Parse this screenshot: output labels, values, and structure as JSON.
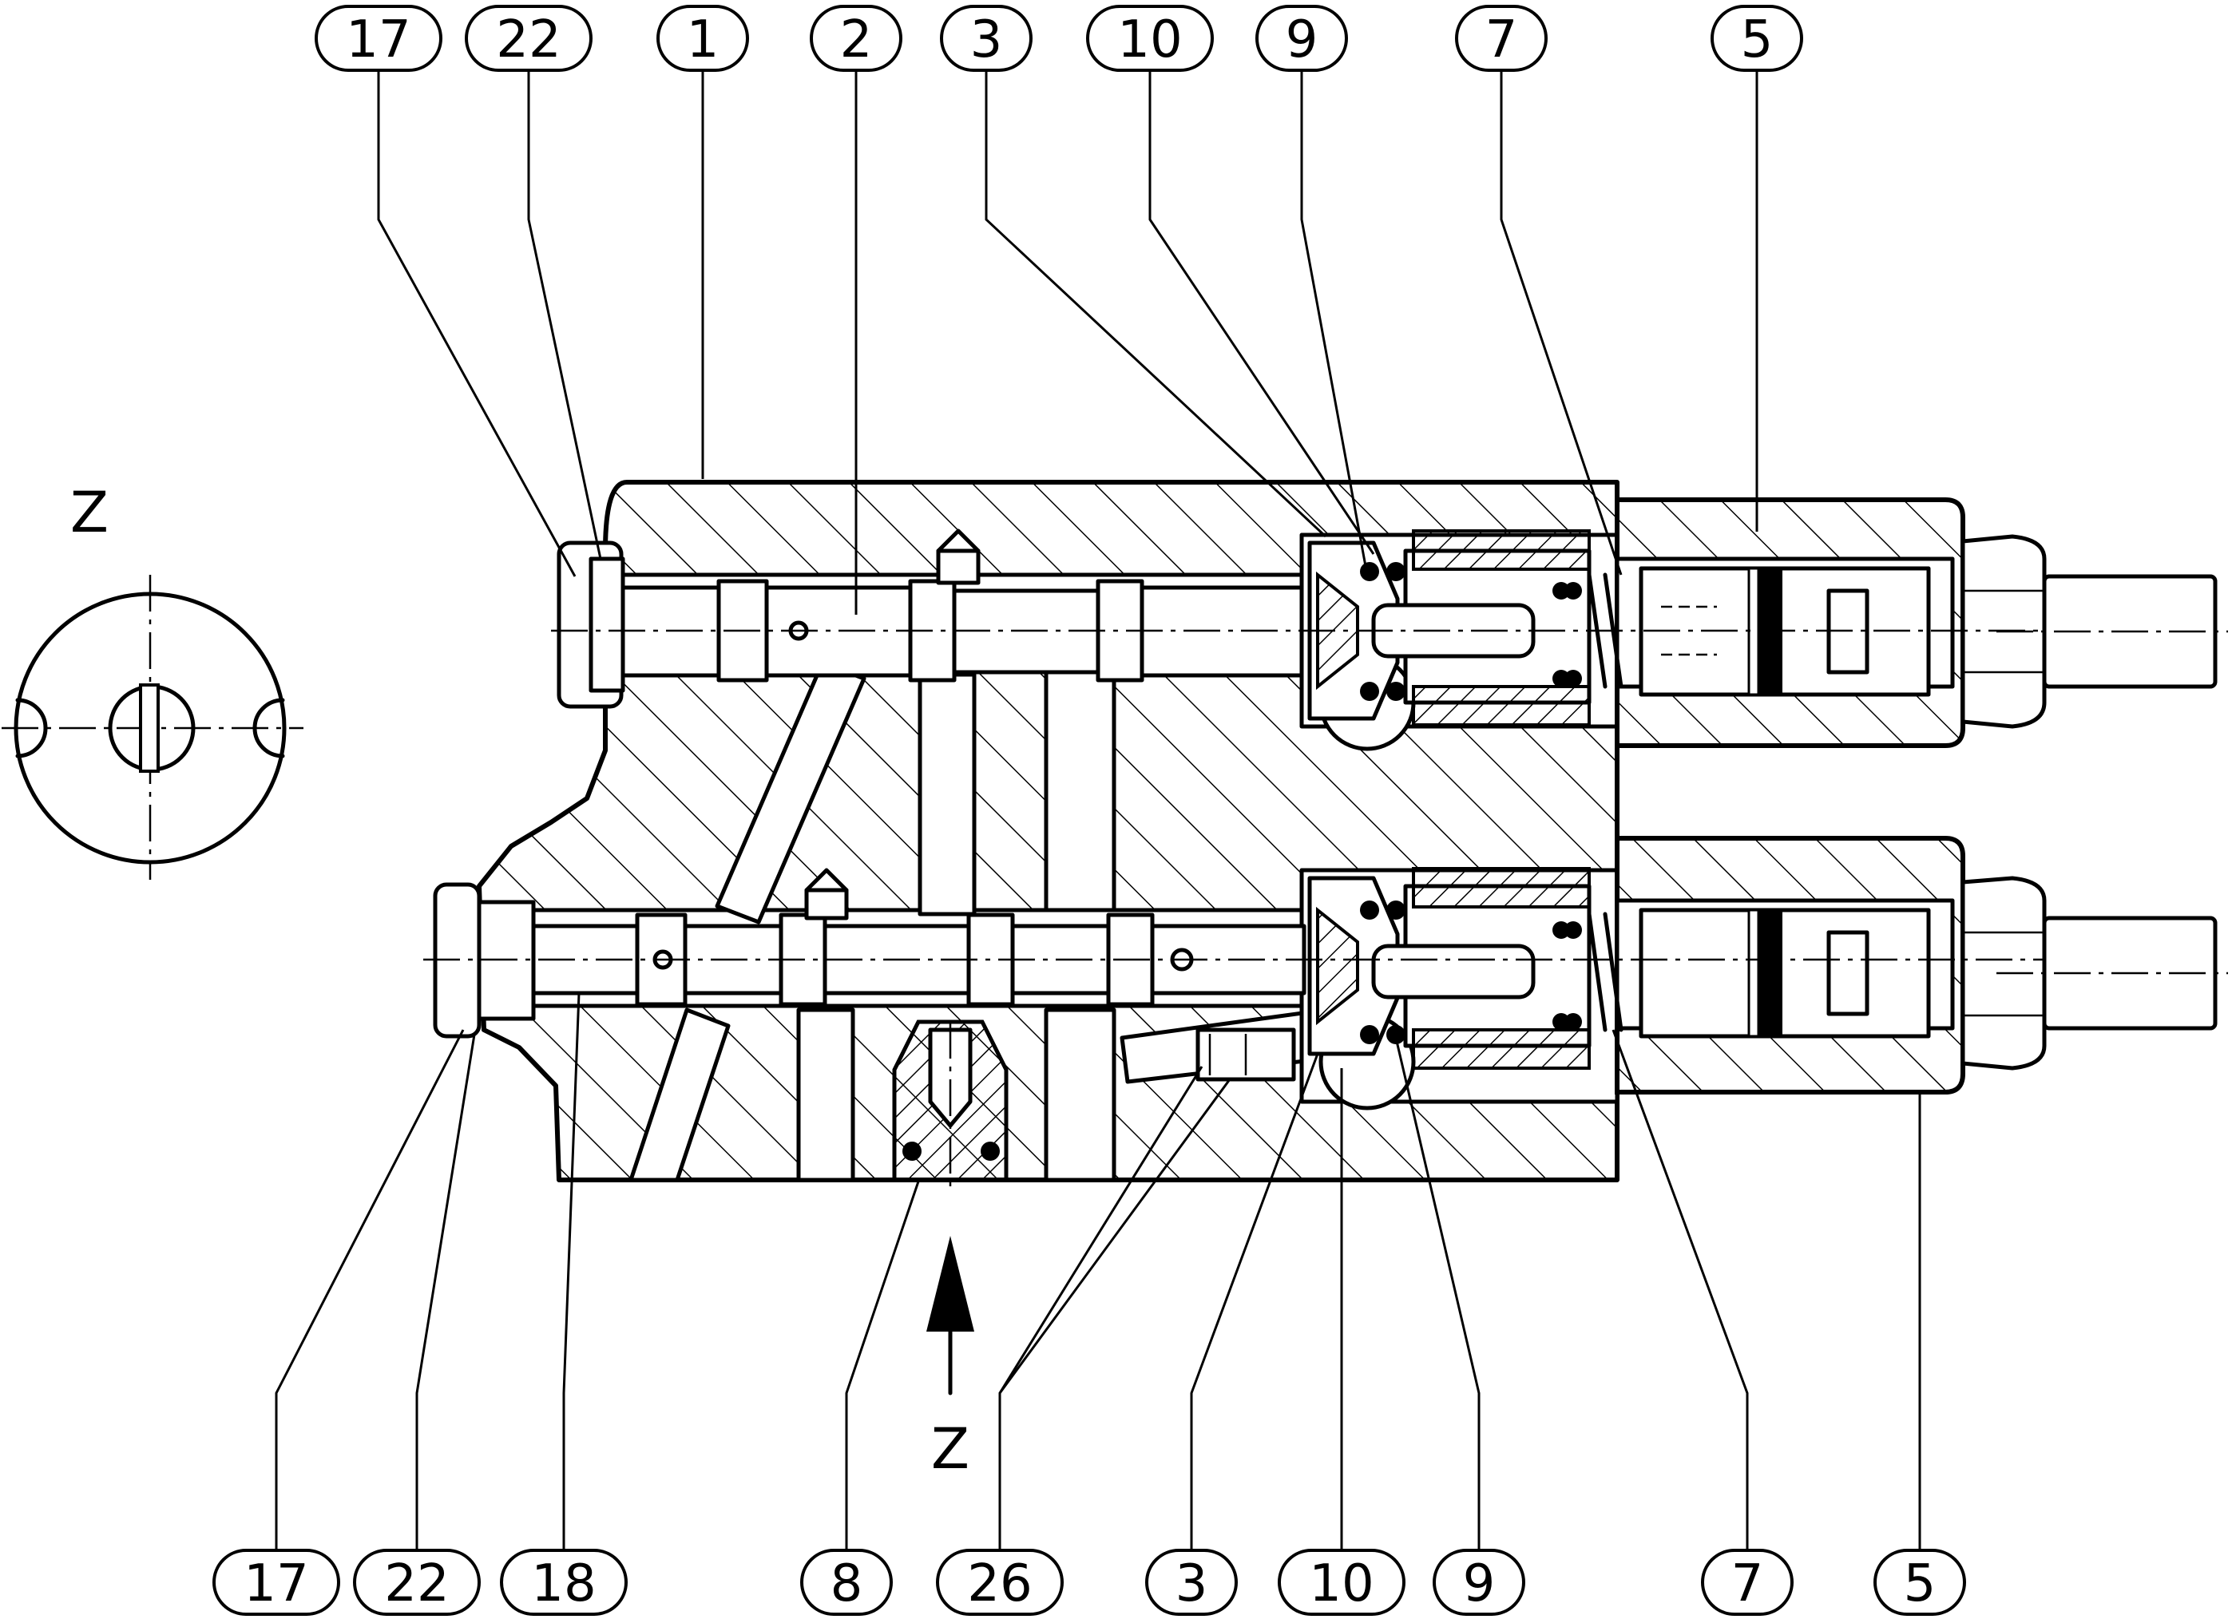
{
  "drawing": {
    "view_label": "Z",
    "view_arrow_label": "Z",
    "callouts_top": [
      "17",
      "22",
      "1",
      "2",
      "3",
      "10",
      "9",
      "7",
      "5"
    ],
    "callouts_bottom": [
      "17",
      "22",
      "18",
      "8",
      "26",
      "3",
      "10",
      "9",
      "7",
      "5"
    ]
  },
  "colors": {
    "line": "#000000",
    "background": "#ffffff",
    "hatch": "#000000"
  }
}
